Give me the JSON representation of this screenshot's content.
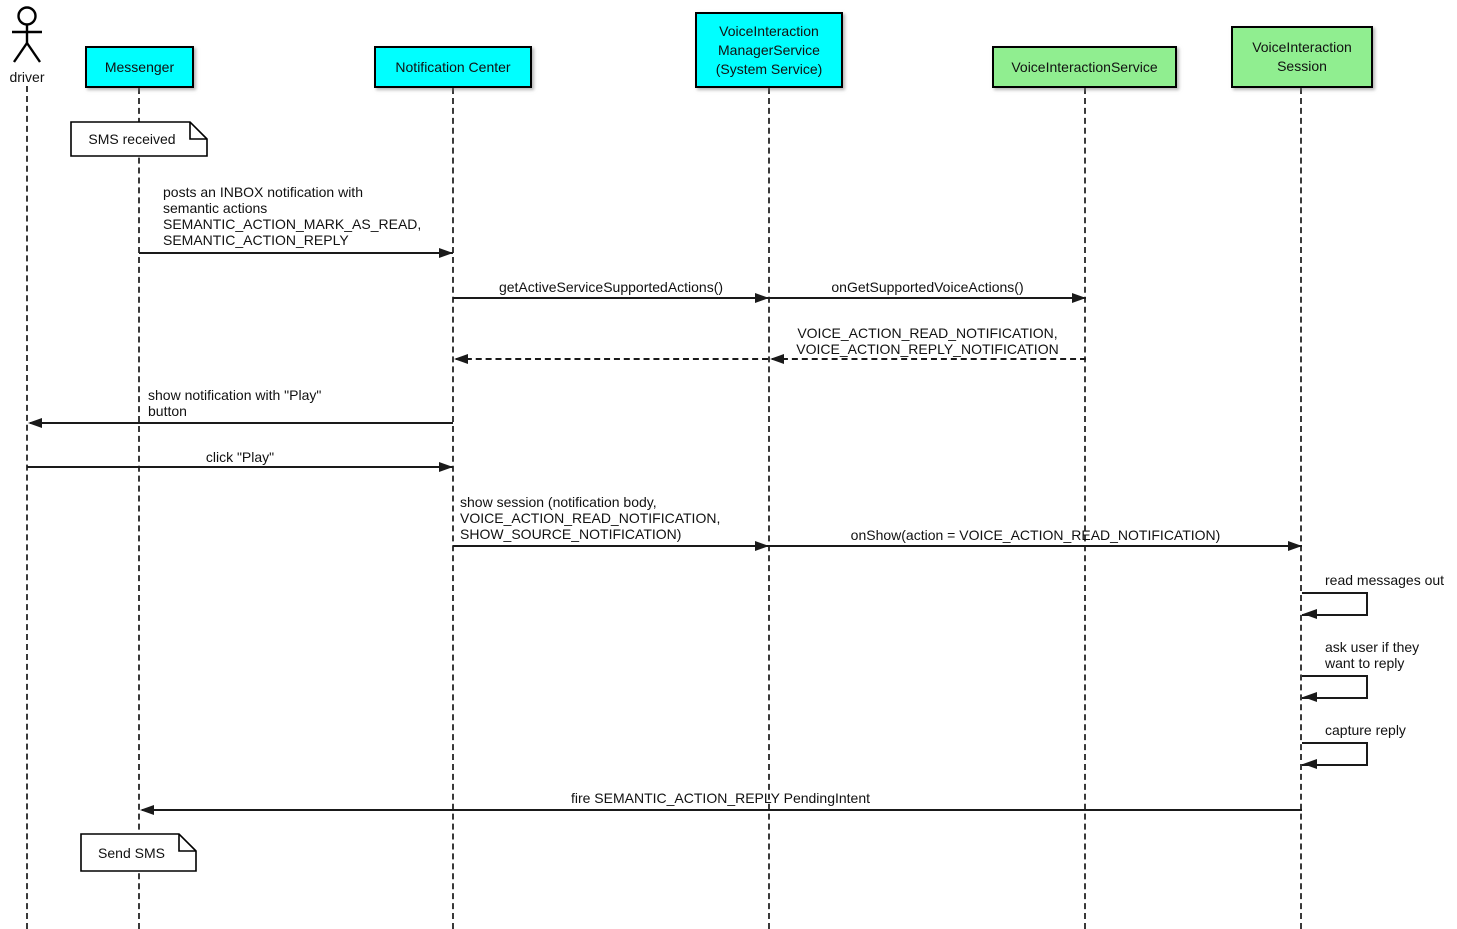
{
  "diagram": {
    "type": "uml-sequence-diagram",
    "background_color": "#FFFFFF",
    "line_color": "#1A1A1A",
    "actor": {
      "label": "driver"
    },
    "participants": [
      {
        "id": "messenger",
        "label": "Messenger",
        "color": "#00FFFF"
      },
      {
        "id": "notification-center",
        "label": "Notification Center",
        "color": "#00FFFF"
      },
      {
        "id": "voice-interaction-manager-service",
        "label": "VoiceInteraction\nManagerService\n(System Service)",
        "color": "#00FFFF"
      },
      {
        "id": "voice-interaction-service",
        "label": "VoiceInteractionService",
        "color": "#90EE90"
      },
      {
        "id": "voice-interaction-session",
        "label": "VoiceInteraction\nSession",
        "color": "#90EE90"
      }
    ],
    "notes": [
      {
        "attached_to": "Messenger",
        "label": "SMS received"
      },
      {
        "attached_to": "Messenger",
        "label": "Send SMS"
      }
    ],
    "messages": [
      {
        "from": "Messenger",
        "to": "Notification Center",
        "style": "solid",
        "label": "posts an INBOX notification with\nsemantic actions\nSEMANTIC_ACTION_MARK_AS_READ,\nSEMANTIC_ACTION_REPLY"
      },
      {
        "from": "Notification Center",
        "to": "VoiceInteraction ManagerService (System Service)",
        "style": "solid",
        "label": "getActiveServiceSupportedActions()"
      },
      {
        "from": "VoiceInteraction ManagerService (System Service)",
        "to": "VoiceInteractionService",
        "style": "solid",
        "label": "onGetSupportedVoiceActions()"
      },
      {
        "from": "VoiceInteractionService",
        "to": "VoiceInteraction ManagerService (System Service)",
        "style": "dashed",
        "label": "VOICE_ACTION_READ_NOTIFICATION,\nVOICE_ACTION_REPLY_NOTIFICATION"
      },
      {
        "from": "VoiceInteraction ManagerService (System Service)",
        "to": "Notification Center",
        "style": "dashed",
        "label": ""
      },
      {
        "from": "Notification Center",
        "to": "driver",
        "style": "solid",
        "label": "show notification with \"Play\"\nbutton"
      },
      {
        "from": "driver",
        "to": "Notification Center",
        "style": "solid",
        "label": "click \"Play\""
      },
      {
        "from": "Notification Center",
        "to": "VoiceInteraction ManagerService (System Service)",
        "style": "solid",
        "label": "show session (notification body,\nVOICE_ACTION_READ_NOTIFICATION,\nSHOW_SOURCE_NOTIFICATION)"
      },
      {
        "from": "VoiceInteraction ManagerService (System Service)",
        "to": "VoiceInteraction Session",
        "style": "solid",
        "label": "onShow(action = VOICE_ACTION_READ_NOTIFICATION)"
      },
      {
        "self": "VoiceInteraction Session",
        "style": "solid",
        "label": "read messages out"
      },
      {
        "self": "VoiceInteraction Session",
        "style": "solid",
        "label": "ask user if they\nwant to reply"
      },
      {
        "self": "VoiceInteraction Session",
        "style": "solid",
        "label": "capture reply"
      },
      {
        "from": "VoiceInteraction Session",
        "to": "Messenger",
        "style": "solid",
        "label": "fire SEMANTIC_ACTION_REPLY PendingIntent"
      }
    ]
  }
}
